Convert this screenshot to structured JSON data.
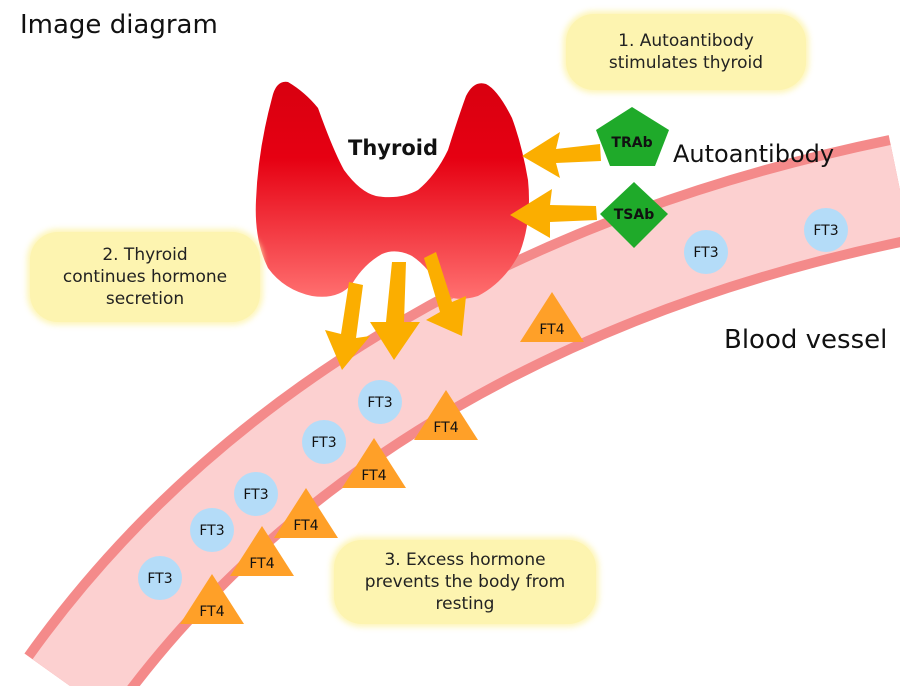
{
  "title": "Image diagram",
  "thyroid_label": "Thyroid",
  "autoantibody_label": "Autoantibody",
  "blood_vessel_label": "Blood vessel",
  "antibodies": [
    {
      "label": "TRAb",
      "shape": "pentagon"
    },
    {
      "label": "TSAb",
      "shape": "diamond"
    }
  ],
  "callouts": [
    {
      "line1": "1. Autoantibody",
      "line2": "stimulates thyroid",
      "line3": ""
    },
    {
      "line1": "2. Thyroid",
      "line2": "continues hormone",
      "line3": "secretion"
    },
    {
      "line1": "3. Excess hormone",
      "line2": "prevents the body from",
      "line3": "resting"
    }
  ],
  "ft3_label": "FT3",
  "ft4_label": "FT4",
  "colors": {
    "vessel_wall": "#f48a8a",
    "vessel_inner": "#fcd0d0",
    "thyroid_top": "#e00010",
    "thyroid_bottom": "#ff6a6a",
    "arrow": "#fbae00",
    "antibody": "#1faa2a",
    "ft3": "#b4dcf8",
    "ft4": "#ffa028",
    "callout": "#fdf4b0"
  }
}
